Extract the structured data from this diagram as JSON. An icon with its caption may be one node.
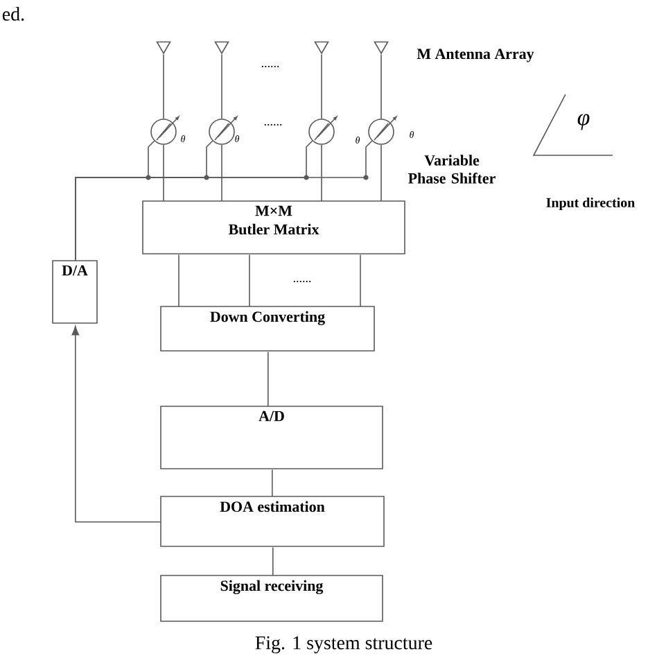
{
  "diagram": {
    "caption": "Fig. 1 system structure",
    "nodes": [
      {
        "text": [],
        "shape": "triangle"
      },
      {
        "text": [],
        "shape": "triangle"
      },
      {
        "text": [],
        "shape": "triangle"
      },
      {
        "text": [],
        "shape": "triangle"
      },
      {
        "text": [],
        "shape": "circle"
      },
      {
        "text": [],
        "shape": "circle"
      },
      {
        "text": [],
        "shape": "circle"
      },
      {
        "text": [],
        "shape": "circle"
      },
      {
        "text": [
          "M×M",
          "Butler Matrix"
        ]
      },
      {
        "text": [
          "D/A"
        ]
      },
      {
        "text": [
          "Down Converting"
        ]
      },
      {
        "text": [
          "A/D"
        ]
      },
      {
        "text": [
          "DOA estimation"
        ]
      },
      {
        "text": [
          "Signal receiving"
        ]
      }
    ],
    "edges": [
      {
        "from": 0,
        "to": 4,
        "arrow": "none"
      },
      {
        "from": 1,
        "to": 5,
        "arrow": "none"
      },
      {
        "from": 2,
        "to": 6,
        "arrow": "none"
      },
      {
        "from": 3,
        "to": 7,
        "arrow": "none"
      },
      {
        "from": 4,
        "to": 8,
        "arrow": "none"
      },
      {
        "from": 5,
        "to": 8,
        "arrow": "none"
      },
      {
        "from": 6,
        "to": 8,
        "arrow": "none"
      },
      {
        "from": 7,
        "to": 8,
        "arrow": "none"
      },
      {
        "from": 8,
        "to": 10,
        "arrow": "none"
      },
      {
        "from": 8,
        "to": 10,
        "arrow": "none"
      },
      {
        "from": 8,
        "to": 10,
        "arrow": "none"
      },
      {
        "from": 10,
        "to": 11,
        "arrow": "none"
      },
      {
        "from": 11,
        "to": 12,
        "arrow": "none"
      },
      {
        "from": 12,
        "to": 13,
        "arrow": "none"
      },
      {
        "from": 12,
        "to": 9,
        "arrow": "to"
      },
      {
        "from": 9,
        "to": 4,
        "arrow": "none"
      },
      {
        "from": 9,
        "to": 5,
        "arrow": "none"
      },
      {
        "from": 9,
        "to": 6,
        "arrow": "none"
      },
      {
        "from": 9,
        "to": 7,
        "arrow": "none"
      }
    ],
    "labels": [
      "ed.",
      "M Antenna Array",
      "......",
      "φ",
      "θ",
      "θ",
      "......",
      "θ",
      "θ",
      "Variable Phase Shifter",
      "Input direction",
      "......"
    ]
  }
}
